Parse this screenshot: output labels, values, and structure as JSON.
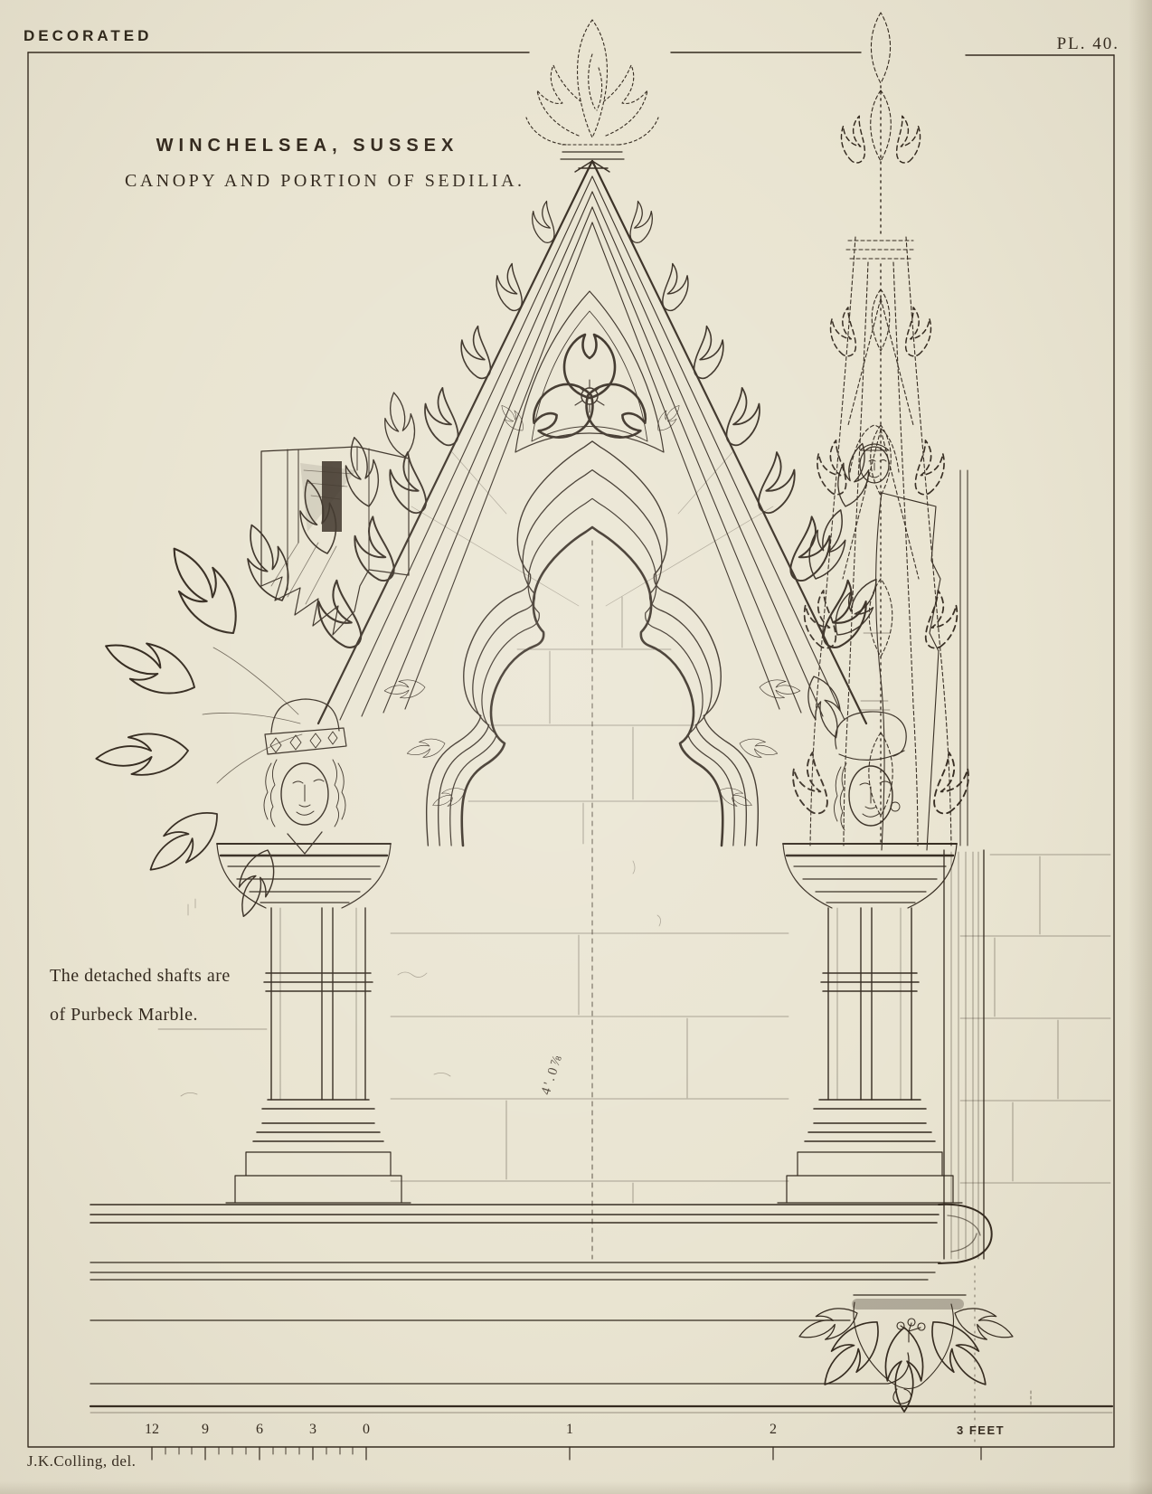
{
  "plate": {
    "header": {
      "series_label": "DECORATED",
      "plate_number": "PL. 40."
    },
    "title": {
      "line1": "WINCHELSEA, SUSSEX",
      "line2": "CANOPY AND PORTION OF SEDILIA."
    },
    "note": {
      "line1": "The detached shafts are",
      "line2": "of Purbeck Marble."
    },
    "dimension_label": "4'.0⅞",
    "credit": "J.K.Colling, del.",
    "colors": {
      "paper": "#e9e4d1",
      "ink": "#33291e"
    }
  },
  "scale_bar": {
    "inch_labels": [
      "12",
      "9",
      "6",
      "3",
      "0"
    ],
    "foot_labels": [
      "1",
      "2"
    ],
    "end_label": "3 FEET"
  }
}
